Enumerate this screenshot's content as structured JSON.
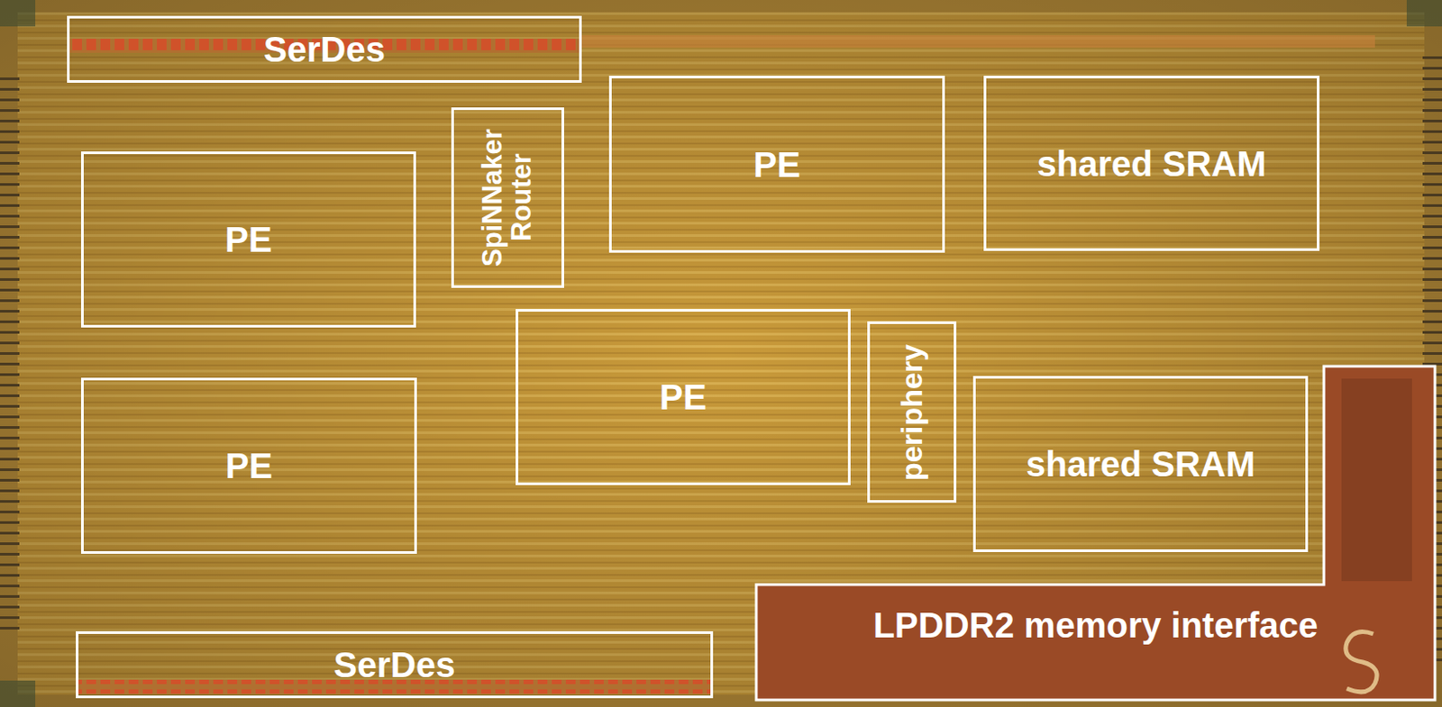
{
  "diagram": {
    "nodes": [
      {
        "text": [
          "SerDes"
        ]
      },
      {
        "text": [
          "PE"
        ]
      },
      {
        "text": [
          "SpiNNaker Router"
        ]
      },
      {
        "text": [
          "PE"
        ]
      },
      {
        "text": [
          "shared SRAM"
        ]
      },
      {
        "text": [
          "PE"
        ]
      },
      {
        "text": [
          "PE"
        ]
      },
      {
        "text": [
          "periphery"
        ]
      },
      {
        "text": [
          "shared SRAM"
        ]
      },
      {
        "text": [
          "LPDDR2 memory interface"
        ]
      },
      {
        "text": [
          "SerDes"
        ]
      }
    ]
  }
}
